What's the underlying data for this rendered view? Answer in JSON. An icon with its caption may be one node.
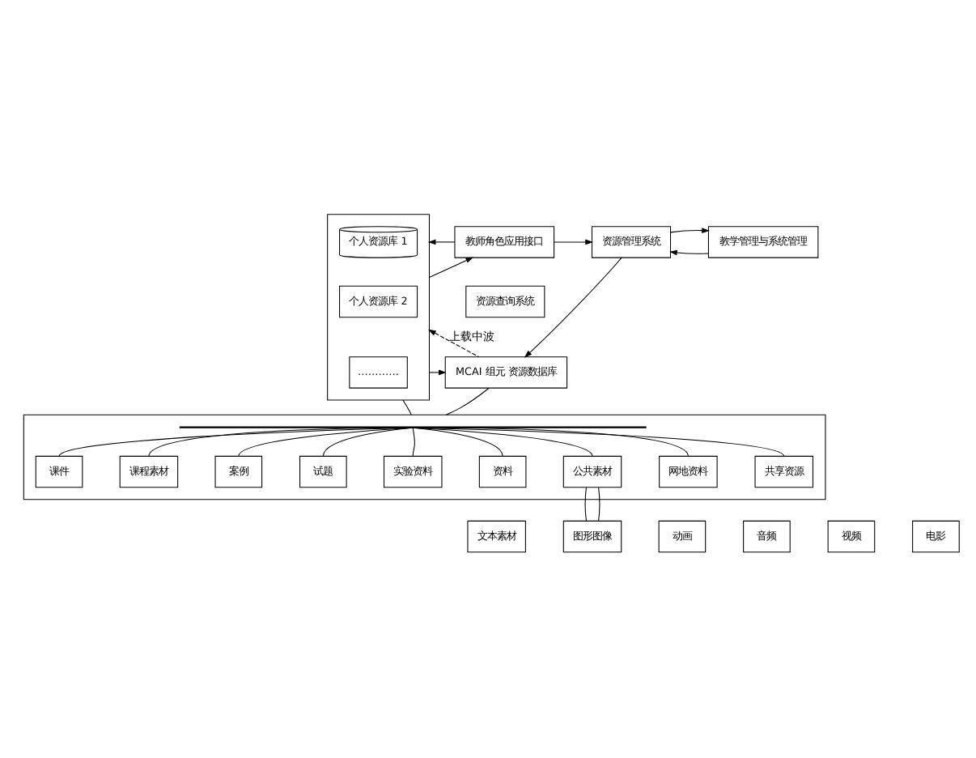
{
  "diagram": {
    "nodes": [
      {
        "text": [],
        "shape": "box"
      },
      {
        "text": [
          "个人资源库 1"
        ],
        "in": 0
      },
      {
        "text": [
          "个人资源库 2"
        ],
        "in": 0
      },
      {
        "text": [
          "…………"
        ],
        "in": 0
      },
      {
        "text": [
          "教师角色应用接口"
        ]
      },
      {
        "text": [
          "资源查询系统"
        ]
      },
      {
        "text": [
          "资源管理系统"
        ]
      },
      {
        "text": [
          "教学管理与系统管理"
        ]
      },
      {
        "text": [
          "MCAI 组元 资源数据库"
        ]
      },
      {
        "text": [],
        "shape": "box"
      },
      {
        "text": [],
        "shape": "bar",
        "in": 9
      },
      {
        "text": [
          "课件"
        ],
        "in": 9
      },
      {
        "text": [
          "课程素材"
        ],
        "in": 9
      },
      {
        "text": [
          "案例"
        ],
        "in": 9
      },
      {
        "text": [
          "试题"
        ],
        "in": 9
      },
      {
        "text": [
          "实验资料"
        ],
        "in": 9
      },
      {
        "text": [
          "资料"
        ],
        "in": 9
      },
      {
        "text": [
          "公共素材"
        ],
        "in": 9
      },
      {
        "text": [
          "网地资料"
        ],
        "in": 9
      },
      {
        "text": [
          "共享资源"
        ],
        "in": 9
      },
      {
        "text": [
          "文本素材"
        ]
      },
      {
        "text": [
          "图形图像"
        ]
      },
      {
        "text": [
          "动画"
        ]
      },
      {
        "text": [
          "音频"
        ]
      },
      {
        "text": [
          "视频"
        ]
      },
      {
        "text": [
          "电影"
        ]
      }
    ],
    "edges": [
      {
        "from": 4,
        "to": 0,
        "arrow": "to"
      },
      {
        "from": 0,
        "to": 4,
        "arrow": "to"
      },
      {
        "from": 4,
        "to": 6,
        "arrow": "to"
      },
      {
        "from": 7,
        "to": 6,
        "arrow": "to"
      },
      {
        "from": 6,
        "to": 7,
        "arrow": "to"
      },
      {
        "from": 6,
        "to": 8,
        "arrow": "to"
      },
      {
        "from": 8,
        "to": 0,
        "arrow": "to",
        "label": "上载中波",
        "style": "dashed"
      },
      {
        "from": 0,
        "to": 8,
        "arrow": "to"
      },
      {
        "from": 0,
        "to": 9,
        "arrow": "none"
      },
      {
        "from": 8,
        "to": 9,
        "arrow": "none"
      },
      {
        "from": 10,
        "to": 11,
        "arrow": "none"
      },
      {
        "from": 10,
        "to": 12,
        "arrow": "none"
      },
      {
        "from": 10,
        "to": 13,
        "arrow": "none"
      },
      {
        "from": 10,
        "to": 14,
        "arrow": "none"
      },
      {
        "from": 10,
        "to": 15,
        "arrow": "none"
      },
      {
        "from": 10,
        "to": 16,
        "arrow": "none"
      },
      {
        "from": 10,
        "to": 17,
        "arrow": "none"
      },
      {
        "from": 10,
        "to": 18,
        "arrow": "none"
      },
      {
        "from": 10,
        "to": 19,
        "arrow": "none"
      },
      {
        "from": 17,
        "to": 21,
        "arrow": "none"
      },
      {
        "from": 17,
        "to": 21,
        "arrow": "none"
      }
    ]
  }
}
